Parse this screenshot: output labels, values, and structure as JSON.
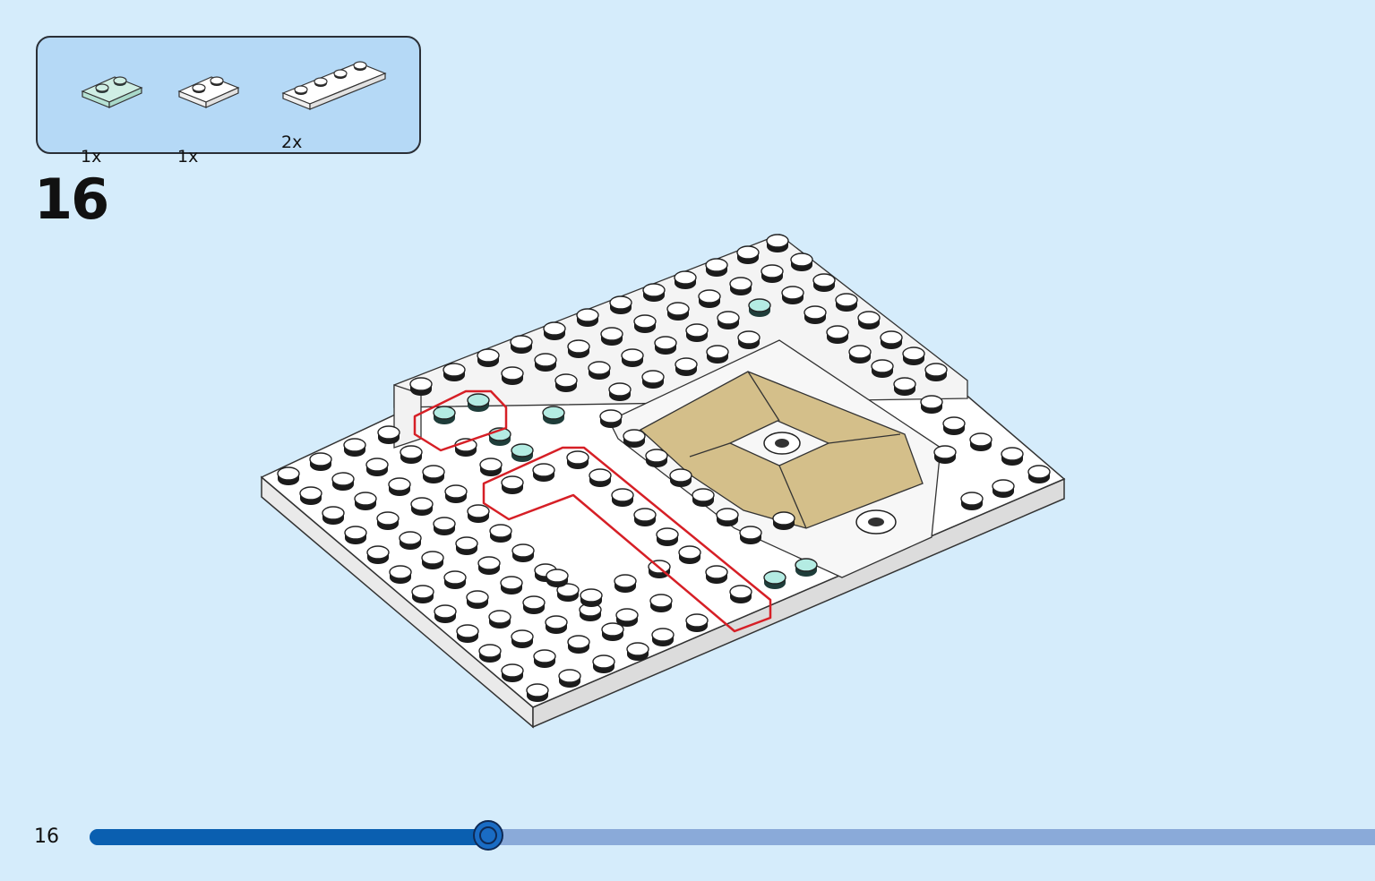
{
  "parts": [
    {
      "quantity": "1x",
      "color": "#cfeee4"
    },
    {
      "quantity": "1x",
      "color": "#ffffff"
    },
    {
      "quantity": "2x",
      "color": "#ffffff"
    }
  ],
  "step_number": "16",
  "page_number": "16",
  "progress": 0.31,
  "colors": {
    "background": "#d5ecfb",
    "parts_box": "#b5d9f6",
    "progress_fill": "#0a5fb0",
    "progress_track": "#8aaad9",
    "highlight_outline": "#d61f26",
    "tan_tile": "#d4bf8a",
    "trans_light_blue": "#a9e6df"
  },
  "icons": [
    "plate-1x2-icon",
    "plate-1x2-icon",
    "plate-1x4-icon",
    "build-model-illustration"
  ]
}
